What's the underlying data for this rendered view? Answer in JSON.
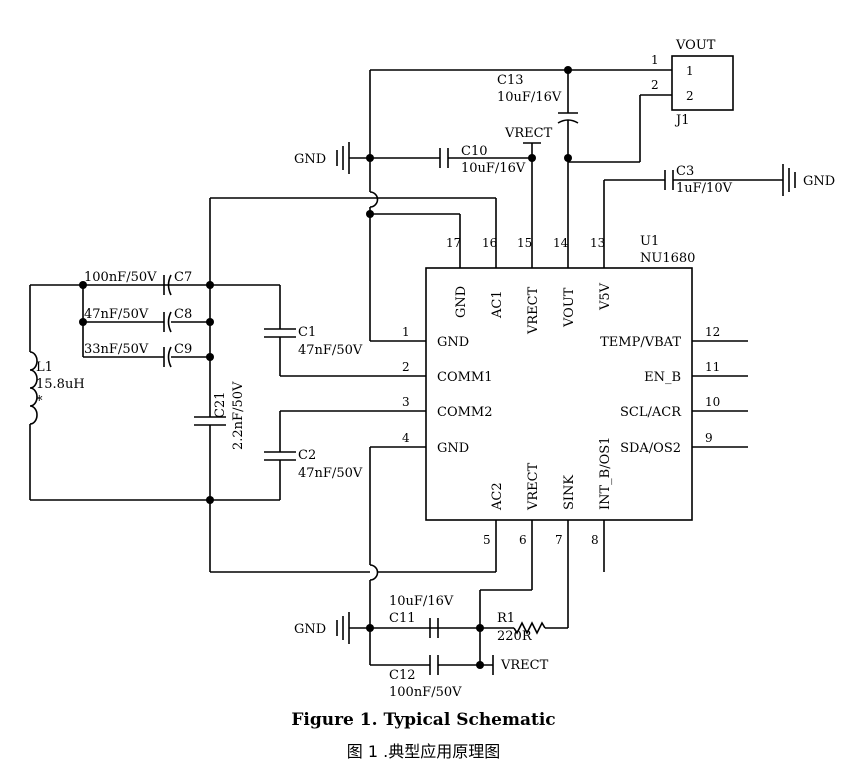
{
  "caption": {
    "title": "Figure 1. Typical Schematic",
    "subtitle": "图 1 .典型应用原理图"
  },
  "ic": {
    "ref": "U1",
    "part": "NU1680",
    "pins_top": [
      {
        "num": "17",
        "name": "GND"
      },
      {
        "num": "16",
        "name": "AC1"
      },
      {
        "num": "15",
        "name": "VRECT"
      },
      {
        "num": "14",
        "name": "VOUT"
      },
      {
        "num": "13",
        "name": "V5V"
      }
    ],
    "pins_left": [
      {
        "num": "1",
        "name": "GND"
      },
      {
        "num": "2",
        "name": "COMM1"
      },
      {
        "num": "3",
        "name": "COMM2"
      },
      {
        "num": "4",
        "name": "GND"
      }
    ],
    "pins_right": [
      {
        "num": "12",
        "name": "TEMP/VBAT"
      },
      {
        "num": "11",
        "name": "EN_B"
      },
      {
        "num": "10",
        "name": "SCL/ACR"
      },
      {
        "num": "9",
        "name": "SDA/OS2"
      }
    ],
    "pins_bottom": [
      {
        "num": "5",
        "name": "AC2"
      },
      {
        "num": "6",
        "name": "VRECT"
      },
      {
        "num": "7",
        "name": "SINK"
      },
      {
        "num": "8",
        "name": "INT_B/OS1"
      }
    ]
  },
  "connector": {
    "ref": "J1",
    "name": "VOUT",
    "pins": [
      "1",
      "2"
    ],
    "wire_labels": [
      "1",
      "2"
    ]
  },
  "components": {
    "c13": {
      "ref": "C13",
      "value": "10uF/16V"
    },
    "c10": {
      "ref": "C10",
      "value": "10uF/16V"
    },
    "c3": {
      "ref": "C3",
      "value": "1uF/10V"
    },
    "c7": {
      "ref": "C7",
      "value": "100nF/50V"
    },
    "c8": {
      "ref": "C8",
      "value": "47nF/50V"
    },
    "c9": {
      "ref": "C9",
      "value": "33nF/50V"
    },
    "c1": {
      "ref": "C1",
      "value": "47nF/50V"
    },
    "c2": {
      "ref": "C2",
      "value": "47nF/50V"
    },
    "c21": {
      "ref": "C21",
      "value": "2.2nF/50V"
    },
    "c11": {
      "ref": "C11",
      "value": "10uF/16V"
    },
    "c12": {
      "ref": "C12",
      "value": "100nF/50V"
    },
    "l1": {
      "ref": "L1",
      "value": "15.8uH",
      "mark": "*"
    },
    "r1": {
      "ref": "R1",
      "value": "220R"
    }
  },
  "nets": {
    "gnd_top": "GND",
    "gnd_right": "GND",
    "gnd_bottom": "GND",
    "vrect_top": "VRECT",
    "vrect_bottom": "VRECT"
  }
}
